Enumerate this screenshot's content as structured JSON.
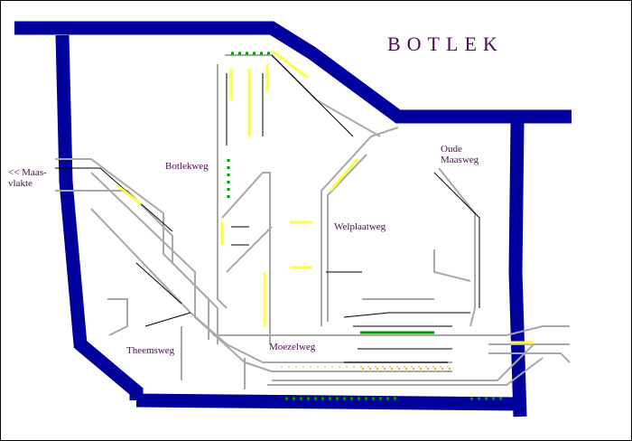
{
  "title": "BOTLEK",
  "labels": {
    "maasvlakte_line1": "<< Maas-",
    "maasvlakte_line2": "vlakte",
    "botlekweg": "Botlekweg",
    "oude_maasweg_line1": "Oude",
    "oude_maasweg_line2": "Maasweg",
    "welplaatweg": "Welplaatweg",
    "theemsweg": "Theemsweg",
    "moezelweg": "Moezelweg"
  },
  "colors": {
    "water": "#00009c",
    "track": "#a8a8a8",
    "signal_green": "#009a00",
    "platform_yellow": "#ffff40",
    "orange": "#f0a020",
    "text": "#4a0a4f"
  }
}
